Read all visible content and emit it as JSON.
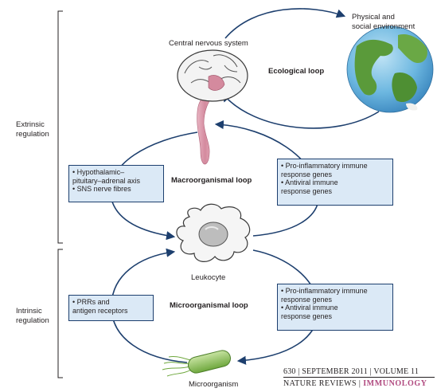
{
  "labels": {
    "physical_env_line1": "Physical and",
    "physical_env_line2": "social environment",
    "cns": "Central nervous system",
    "ecological_loop": "Ecological loop",
    "macro_loop": "Macroorganismal loop",
    "micro_loop": "Microorganismal loop",
    "leukocyte": "Leukocyte",
    "microorganism": "Microorganism",
    "extrinsic_line1": "Extrinsic",
    "extrinsic_line2": "regulation",
    "intrinsic_line1": "Intrinsic",
    "intrinsic_line2": "regulation"
  },
  "boxes": {
    "hpa": {
      "items": [
        "• Hypothalamic–",
        "   pituitary–adrenal axis",
        "• SNS nerve fibres"
      ]
    },
    "macro_genes": {
      "items": [
        "• Pro-inflammatory immune",
        "   response genes",
        "• Antiviral immune",
        "   response genes"
      ]
    },
    "prr": {
      "items": [
        "• PRRs and",
        "   antigen receptors"
      ]
    },
    "micro_genes": {
      "items": [
        "• Pro-inflammatory immune",
        "   response genes",
        "• Antiviral immune",
        "   response genes"
      ]
    }
  },
  "footer": {
    "issue": "630 | SEPTEMBER 2011 | VOLUME 11",
    "publisher": "NATURE REVIEWS | ",
    "journal": "IMMUNOLOGY"
  },
  "colors": {
    "arrow": "#1d3f6e",
    "box_fill": "#dbe9f6",
    "journal_accent": "#b0497f"
  }
}
